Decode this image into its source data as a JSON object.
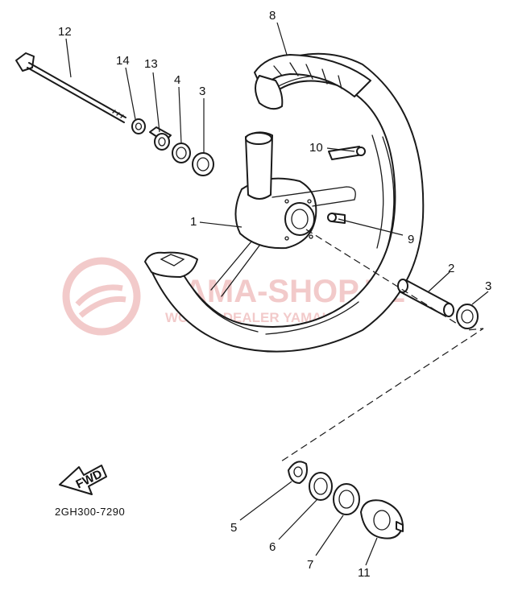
{
  "diagram": {
    "drawing_code": "2GH300-7290",
    "fwd_label": "FWD",
    "watermark": {
      "line1": "YAMA-SHOP.PL",
      "line2": "WOJSKI DEALER YAMAHA",
      "color": "#e8a0a0"
    },
    "callouts": [
      {
        "id": "c12",
        "label": "12"
      },
      {
        "id": "c14",
        "label": "14"
      },
      {
        "id": "c13",
        "label": "13"
      },
      {
        "id": "c4",
        "label": "4"
      },
      {
        "id": "c3a",
        "label": "3"
      },
      {
        "id": "c8",
        "label": "8"
      },
      {
        "id": "c10",
        "label": "10"
      },
      {
        "id": "c1",
        "label": "1"
      },
      {
        "id": "c9",
        "label": "9"
      },
      {
        "id": "c2",
        "label": "2"
      },
      {
        "id": "c3b",
        "label": "3"
      },
      {
        "id": "c5",
        "label": "5"
      },
      {
        "id": "c6",
        "label": "6"
      },
      {
        "id": "c7",
        "label": "7"
      },
      {
        "id": "c11",
        "label": "11"
      }
    ]
  }
}
